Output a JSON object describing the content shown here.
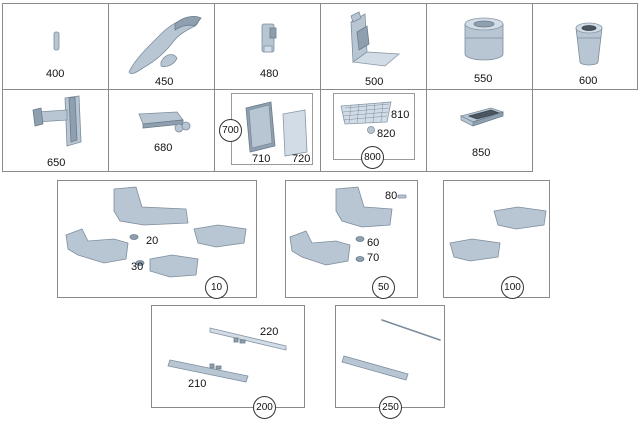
{
  "top_row": [
    {
      "id": "400",
      "label": "400",
      "icon": "rod-icon"
    },
    {
      "id": "450",
      "label": "450",
      "icon": "hook-holder-icon"
    },
    {
      "id": "480",
      "label": "480",
      "icon": "clip-holder-icon"
    },
    {
      "id": "500",
      "label": "500",
      "icon": "tablet-stand-icon"
    },
    {
      "id": "550",
      "label": "550",
      "icon": "cylinder-container-icon"
    },
    {
      "id": "600",
      "label": "600",
      "icon": "cup-container-icon"
    }
  ],
  "second_row": [
    {
      "id": "650",
      "label": "650",
      "icon": "phone-mount-icon"
    },
    {
      "id": "680",
      "label": "680",
      "icon": "tray-clip-icon"
    },
    {
      "id": "700",
      "label": "700",
      "sub": [
        {
          "label": "710"
        },
        {
          "label": "720"
        }
      ],
      "icon": "shade-panels-icon"
    },
    {
      "id": "800",
      "label": "800",
      "sub": [
        {
          "label": "810"
        },
        {
          "label": "820"
        }
      ],
      "icon": "net-pocket-icon"
    },
    {
      "id": "850",
      "label": "850",
      "icon": "charging-pad-icon"
    }
  ],
  "mat_sets": [
    {
      "id": "10",
      "label": "10",
      "sub": [
        {
          "label": "20"
        },
        {
          "label": "30"
        }
      ],
      "icon": "floor-mat-set-icon"
    },
    {
      "id": "50",
      "label": "50",
      "sub": [
        {
          "label": "60"
        },
        {
          "label": "70"
        },
        {
          "label": "80"
        }
      ],
      "icon": "floor-mat-set-icon"
    },
    {
      "id": "100",
      "label": "100",
      "icon": "floor-mat-pair-icon"
    }
  ],
  "sill_sets": [
    {
      "id": "200",
      "label": "200",
      "sub": [
        {
          "label": "220"
        },
        {
          "label": "210"
        }
      ],
      "icon": "sill-strip-icon"
    },
    {
      "id": "250",
      "label": "250",
      "icon": "sill-strip-icon"
    }
  ],
  "colors": {
    "part_fill": "#b8c6d4",
    "part_stroke": "#7d8d9c",
    "border": "#8a8a8a"
  }
}
